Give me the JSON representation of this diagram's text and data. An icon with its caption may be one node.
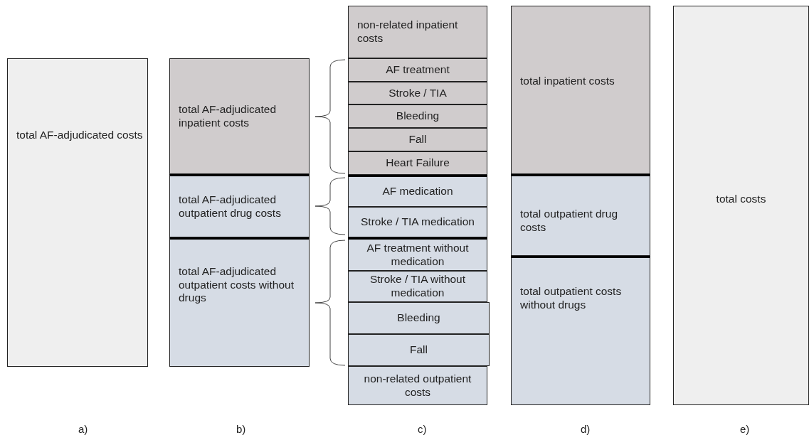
{
  "diagram": {
    "nodes": [
      {
        "text": [
          "total AF-adjudicated costs"
        ]
      },
      {
        "text": [
          "total AF-adjudicated inpatient costs"
        ]
      },
      {
        "text": [
          "total AF-adjudicated outpatient drug costs"
        ]
      },
      {
        "text": [
          "total AF-adjudicated outpatient costs without drugs"
        ]
      },
      {
        "text": [
          "non-related inpatient costs"
        ]
      },
      {
        "text": [
          "AF treatment"
        ]
      },
      {
        "text": [
          "Stroke / TIA"
        ]
      },
      {
        "text": [
          "Bleeding"
        ]
      },
      {
        "text": [
          "Fall"
        ]
      },
      {
        "text": [
          "Heart Failure"
        ]
      },
      {
        "text": [
          "AF medication"
        ]
      },
      {
        "text": [
          "Stroke / TIA medication"
        ]
      },
      {
        "text": [
          "AF treatment without medication"
        ]
      },
      {
        "text": [
          "Stroke / TIA without medication"
        ]
      },
      {
        "text": [
          "Bleeding"
        ]
      },
      {
        "text": [
          "Fall"
        ]
      },
      {
        "text": [
          "non-related outpatient costs"
        ]
      },
      {
        "text": [
          "total inpatient costs"
        ]
      },
      {
        "text": [
          "total outpatient drug costs"
        ]
      },
      {
        "text": [
          "total outpatient costs without drugs"
        ]
      },
      {
        "text": [
          "total costs"
        ]
      }
    ],
    "labels": [
      "a)",
      "b)",
      "c)",
      "d)",
      "e)"
    ]
  }
}
